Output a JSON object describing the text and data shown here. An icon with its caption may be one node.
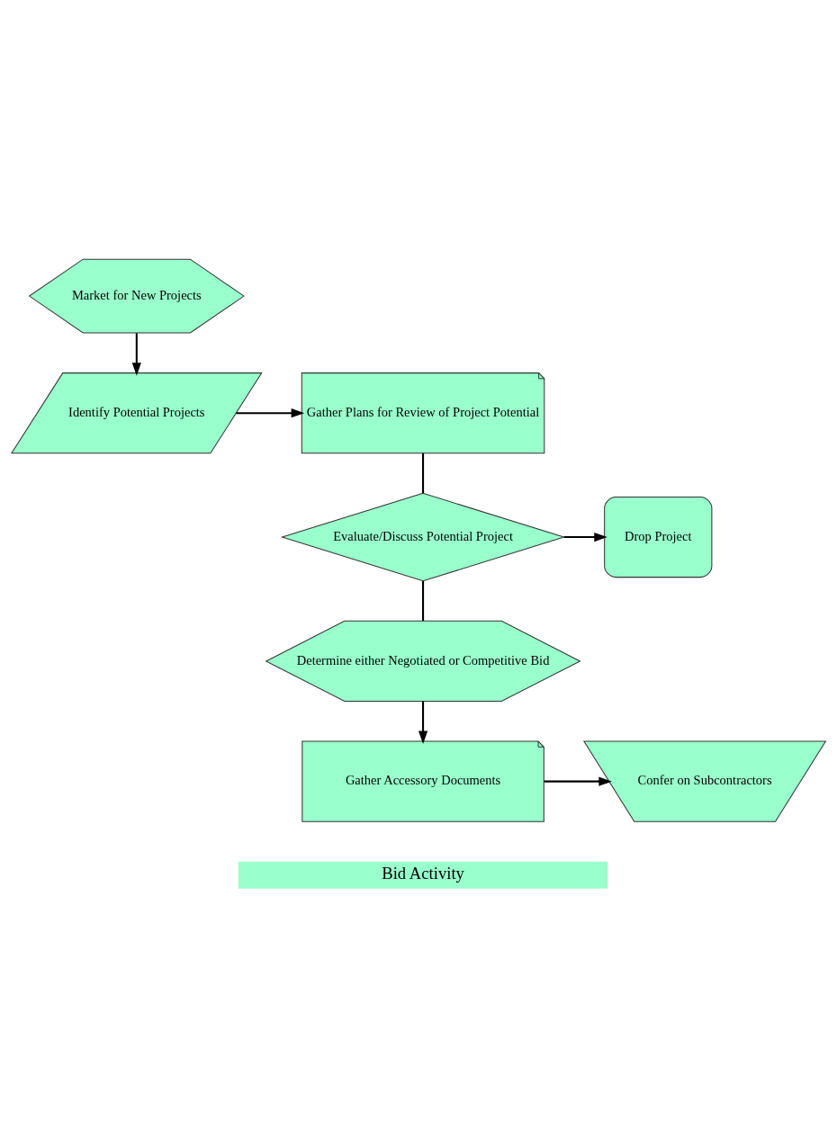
{
  "diagram": {
    "nodes": [
      {
        "text": [
          "Market for New Projects"
        ]
      },
      {
        "text": [
          "Identify Potential Projects"
        ]
      },
      {
        "text": [
          "Gather Plans for Review of Project Potential"
        ]
      },
      {
        "text": [
          "Evaluate/Discuss Potential Project"
        ]
      },
      {
        "text": [
          "Drop Project"
        ]
      },
      {
        "text": [
          "Determine either Negotiated or Competitive Bid"
        ]
      },
      {
        "text": [
          "Gather Accessory Documents"
        ]
      },
      {
        "text": [
          "Confer on Subcontractors"
        ]
      },
      {
        "text": [
          "Bid Activity"
        ]
      }
    ],
    "edges": [
      {
        "from": 0,
        "to": 1,
        "arrow": "to"
      },
      {
        "from": 1,
        "to": 2,
        "arrow": "to"
      },
      {
        "from": 2,
        "to": 3,
        "arrow": "none"
      },
      {
        "from": 3,
        "to": 4,
        "arrow": "to"
      },
      {
        "from": 3,
        "to": 5,
        "arrow": "none"
      },
      {
        "from": 5,
        "to": 6,
        "arrow": "to"
      },
      {
        "from": 6,
        "to": 7,
        "arrow": "to"
      }
    ]
  }
}
